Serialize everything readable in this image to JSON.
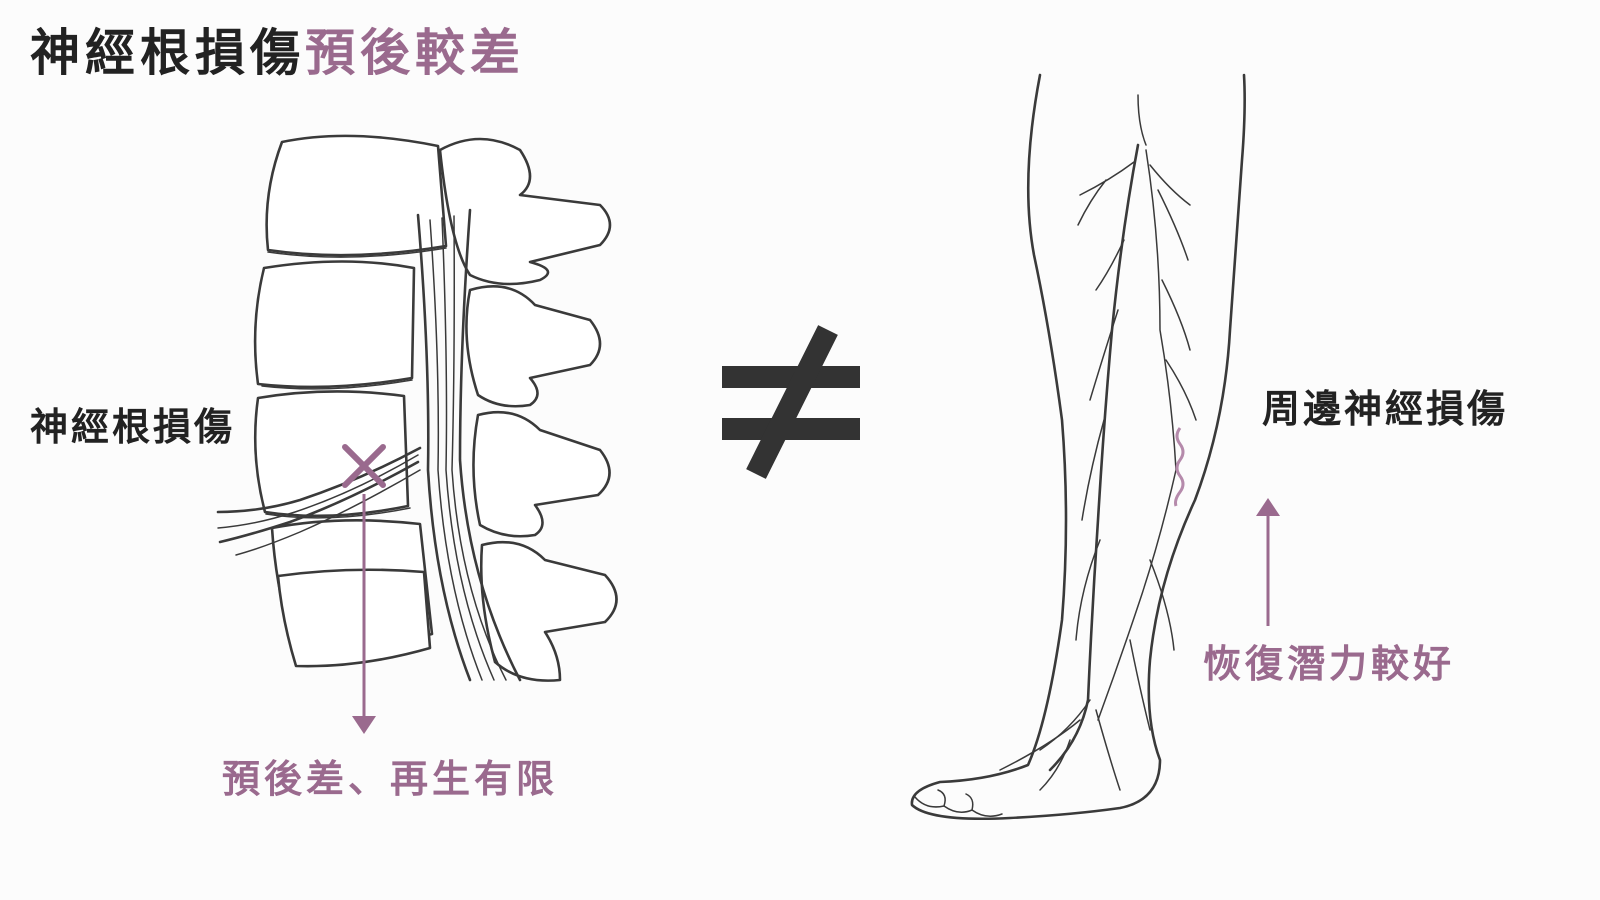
{
  "title": {
    "part1": "神經根損傷",
    "part2": "預後較差"
  },
  "left": {
    "label": "神經根損傷",
    "note": "預後差、再生有限"
  },
  "center": {
    "symbol": "≠"
  },
  "right": {
    "label": "周邊神經損傷",
    "note": "恢復潛力較好"
  },
  "colors": {
    "accent": "#9a6a8e",
    "text": "#222222",
    "line": "#3a3a3a"
  },
  "icons": {
    "injury": "x-mark-icon",
    "down": "arrow-down-icon",
    "up": "arrow-up-icon"
  }
}
